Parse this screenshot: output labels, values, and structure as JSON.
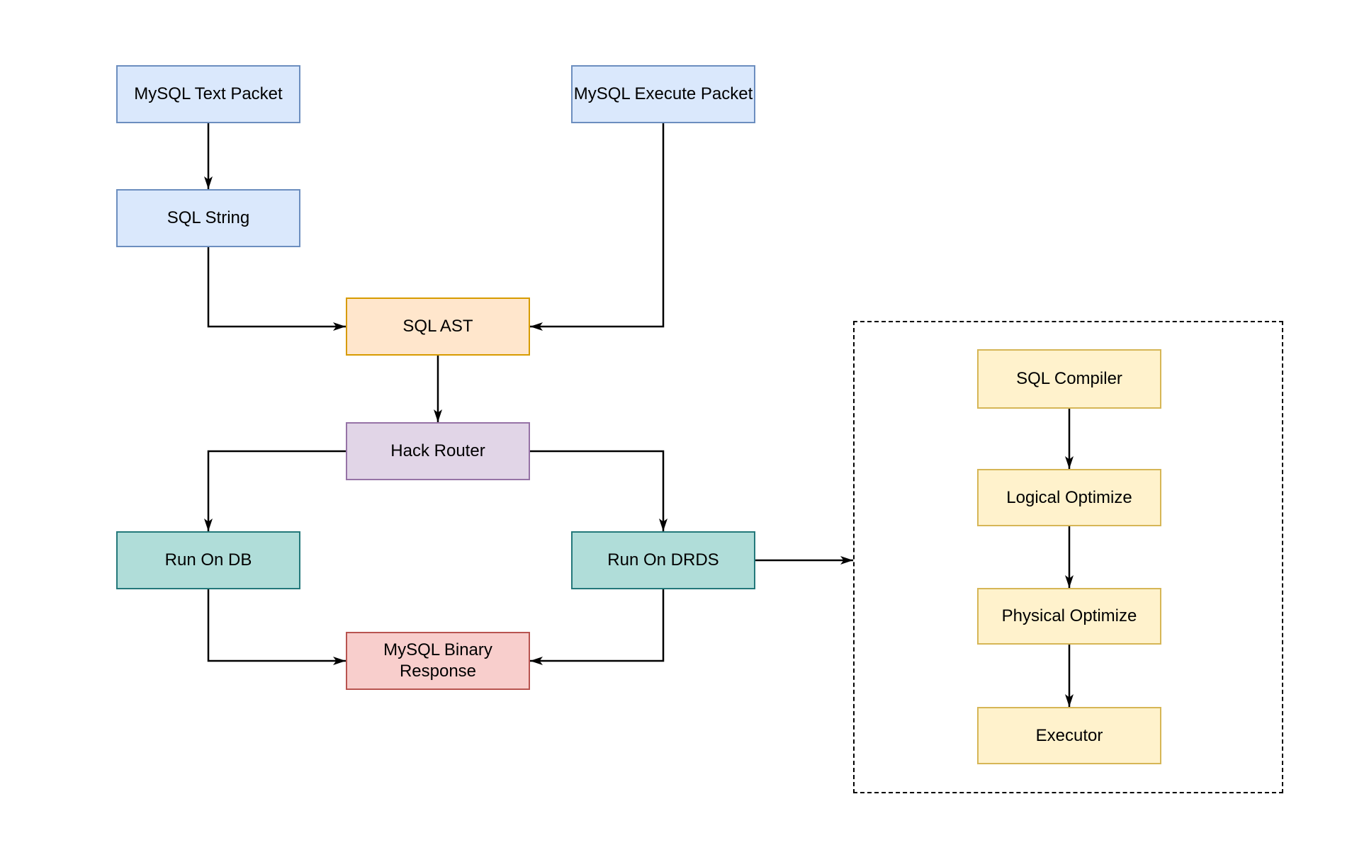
{
  "diagram": {
    "background_color": "#ffffff",
    "edge_color": "#000000",
    "text_color": "#000000",
    "nodes": [
      {
        "id": "mysql-text-packet",
        "label": "MySQL Text Packet",
        "fill": "#dae8fc",
        "stroke": "#6c8ebf"
      },
      {
        "id": "mysql-execute-packet",
        "label": "MySQL Execute Packet",
        "fill": "#dae8fc",
        "stroke": "#6c8ebf"
      },
      {
        "id": "sql-string",
        "label": "SQL String",
        "fill": "#dae8fc",
        "stroke": "#6c8ebf"
      },
      {
        "id": "sql-ast",
        "label": "SQL AST",
        "fill": "#ffe6cc",
        "stroke": "#d79b00"
      },
      {
        "id": "hack-router",
        "label": "Hack Router",
        "fill": "#e1d5e7",
        "stroke": "#9673a6"
      },
      {
        "id": "run-on-db",
        "label": "Run On DB",
        "fill": "#b0ddd9",
        "stroke": "#23787a"
      },
      {
        "id": "run-on-drds",
        "label": "Run On DRDS",
        "fill": "#b0ddd9",
        "stroke": "#23787a"
      },
      {
        "id": "mysql-binary-response",
        "label": "MySQL Binary Response",
        "fill": "#f8cecc",
        "stroke": "#b85450"
      },
      {
        "id": "sql-compiler",
        "label": "SQL Compiler",
        "fill": "#fff2cc",
        "stroke": "#d6b656"
      },
      {
        "id": "logical-optimize",
        "label": "Logical Optimize",
        "fill": "#fff2cc",
        "stroke": "#d6b656"
      },
      {
        "id": "physical-optimize",
        "label": "Physical Optimize",
        "fill": "#fff2cc",
        "stroke": "#d6b656"
      },
      {
        "id": "executor",
        "label": "Executor",
        "fill": "#fff2cc",
        "stroke": "#d6b656"
      }
    ],
    "groups": [
      {
        "id": "optimizer-group",
        "border_style": "dashed",
        "stroke": "#000000"
      }
    ],
    "edges": [
      {
        "from": "mysql-text-packet",
        "to": "sql-string"
      },
      {
        "from": "sql-string",
        "to": "sql-ast"
      },
      {
        "from": "mysql-execute-packet",
        "to": "sql-ast"
      },
      {
        "from": "sql-ast",
        "to": "hack-router"
      },
      {
        "from": "hack-router",
        "to": "run-on-db"
      },
      {
        "from": "hack-router",
        "to": "run-on-drds"
      },
      {
        "from": "run-on-db",
        "to": "mysql-binary-response"
      },
      {
        "from": "run-on-drds",
        "to": "mysql-binary-response"
      },
      {
        "from": "run-on-drds",
        "to": "optimizer-group"
      },
      {
        "from": "sql-compiler",
        "to": "logical-optimize"
      },
      {
        "from": "logical-optimize",
        "to": "physical-optimize"
      },
      {
        "from": "physical-optimize",
        "to": "executor"
      }
    ]
  }
}
